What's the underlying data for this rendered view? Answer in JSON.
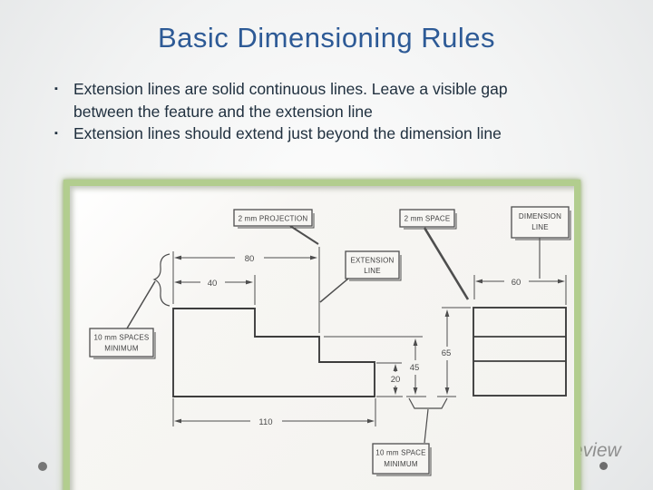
{
  "slide": {
    "title": "Basic Dimensioning Rules",
    "bullet_marker": "▪",
    "bullets": [
      {
        "text": "Extension lines are solid continuous lines. Leave a visible gap between the feature and the extension line"
      },
      {
        "text": "Extension lines should extend just beyond the dimension line"
      }
    ],
    "footer_fragment": "eview"
  },
  "diagram": {
    "labels": {
      "projection": "2 mm PROJECTION",
      "space": "2 mm SPACE",
      "dimension_line_1": "DIMENSION",
      "dimension_line_2": "LINE",
      "extension_line_1": "EXTENSION",
      "extension_line_2": "LINE",
      "spaces_min_1": "10 mm SPACES",
      "spaces_min_2": "MINIMUM",
      "space_min_1": "10 mm SPACE",
      "space_min_2": "MINIMUM"
    },
    "dimensions": {
      "top_width": "80",
      "upper_left_width": "40",
      "right_width": "60",
      "overall_width": "110",
      "step_height": "20",
      "mid_height": "45",
      "right_height": "65"
    }
  },
  "colors": {
    "title_blue": "#2d5a96",
    "body_text": "#20303f",
    "frame_green": "#b2cd8e",
    "drawing_line": "#4e4e4e"
  }
}
